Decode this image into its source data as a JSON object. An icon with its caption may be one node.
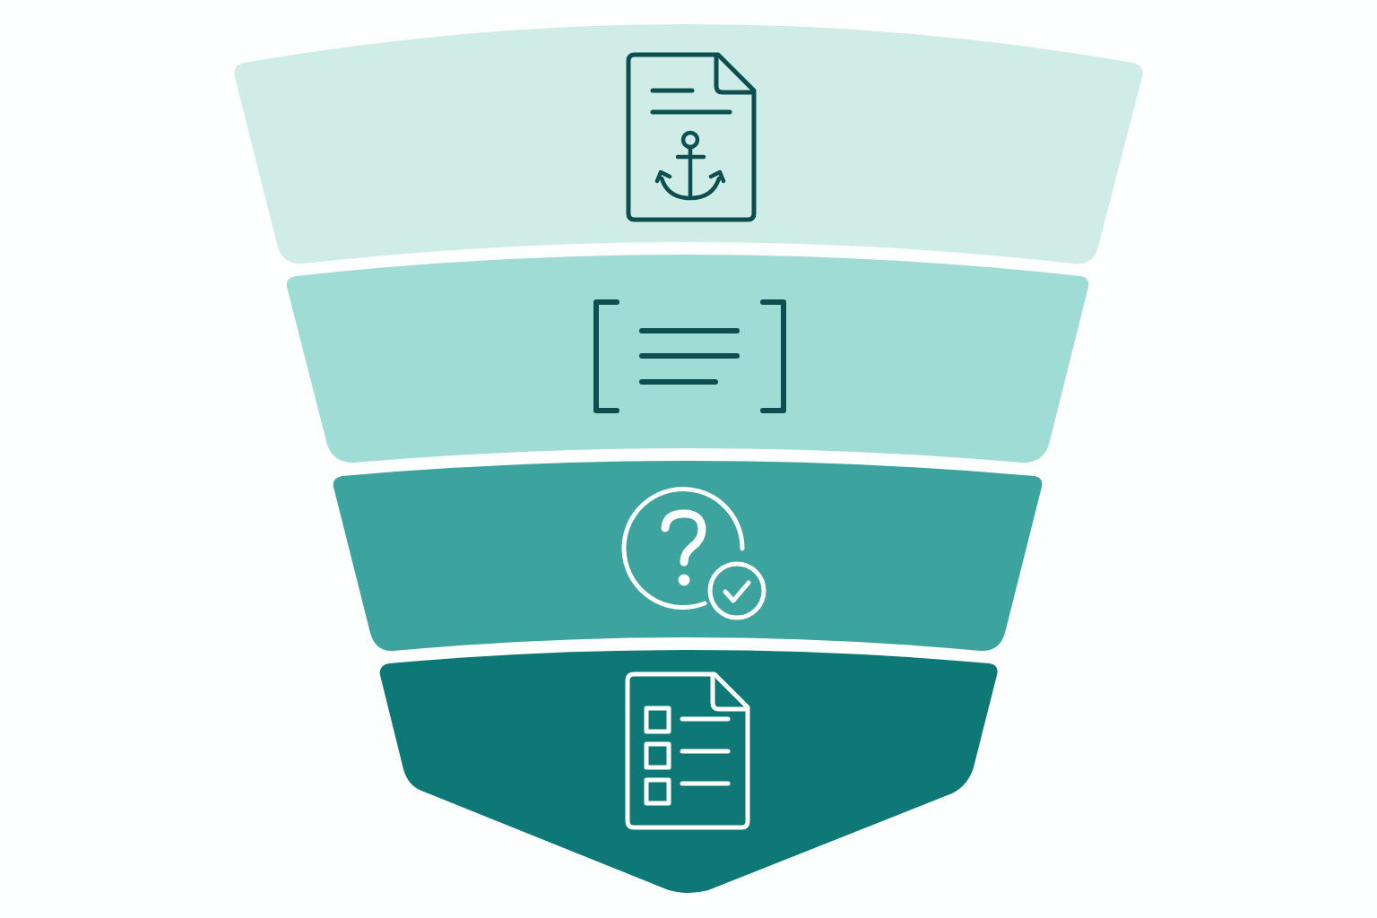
{
  "diagram": {
    "nodes": [
      {
        "text": [],
        "shape": "band"
      },
      {
        "text": [],
        "shape": "band"
      },
      {
        "text": [],
        "shape": "band"
      },
      {
        "text": [],
        "shape": "band"
      }
    ]
  }
}
